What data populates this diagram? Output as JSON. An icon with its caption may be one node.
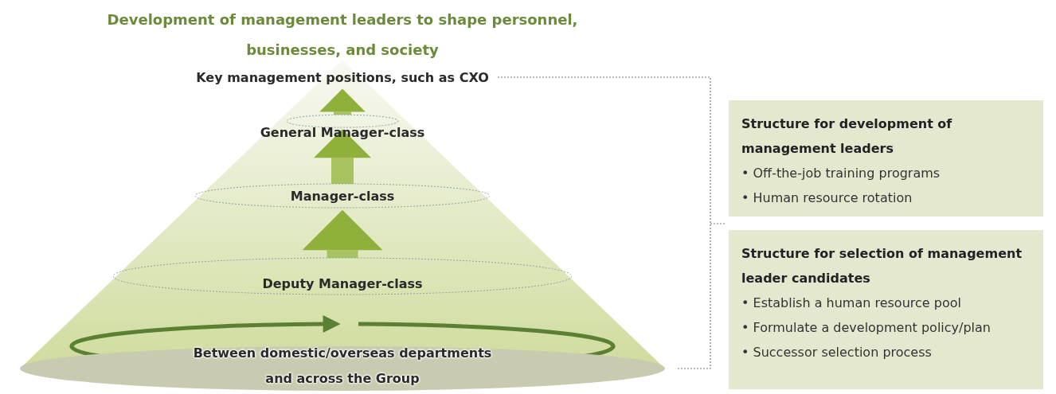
{
  "diagram": {
    "title": "Development of management leaders to shape personnel, businesses, and society",
    "nodes": [
      {
        "text": [
          "Key management positions, such as CXO"
        ]
      },
      {
        "text": [
          "General Manager-class"
        ]
      },
      {
        "text": [
          "Manager-class"
        ]
      },
      {
        "text": [
          "Deputy Manager-class"
        ]
      },
      {
        "text": [
          "Between domestic/overseas departments and across the Group"
        ]
      },
      {
        "text": [
          "Structure for development of management leaders",
          "• Off-the-job training programs",
          "• Human resource rotation"
        ]
      },
      {
        "text": [
          "Structure for selection of management leader candidates",
          "• Establish a human resource pool",
          "• Formulate a development policy/plan",
          "• Successor selection process"
        ]
      }
    ],
    "edges": [
      {
        "from": 3,
        "to": 2,
        "arrow": "to"
      },
      {
        "from": 2,
        "to": 1,
        "arrow": "to"
      },
      {
        "from": 1,
        "to": 0,
        "arrow": "to"
      },
      {
        "from": 4,
        "to": 4,
        "arrow": "to"
      }
    ]
  }
}
